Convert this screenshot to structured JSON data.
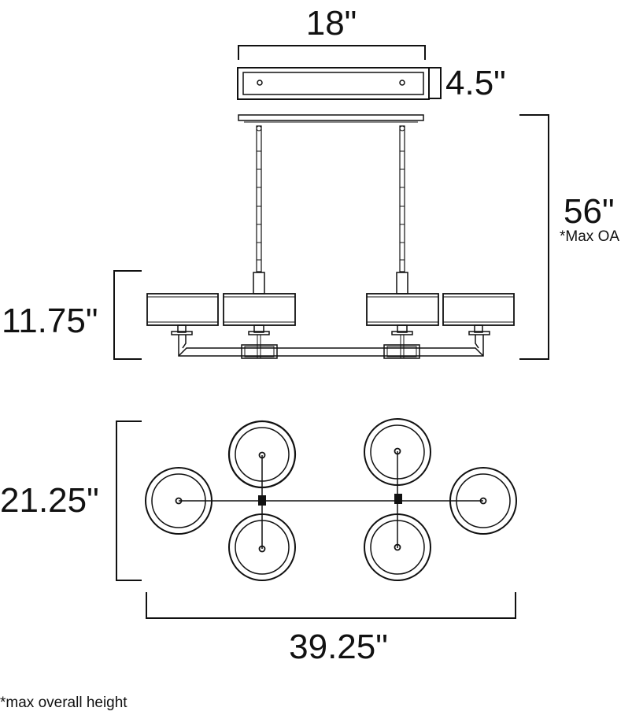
{
  "dimensions": {
    "canopy_width": "18\"",
    "canopy_height": "4.5\"",
    "overall_height": "56\"",
    "overall_height_note": "*Max OA",
    "shade_height": "11.75\"",
    "depth": "21.25\"",
    "width": "39.25\""
  },
  "footnote": "*max overall height",
  "colors": {
    "line": "#111111",
    "background": "#ffffff"
  }
}
